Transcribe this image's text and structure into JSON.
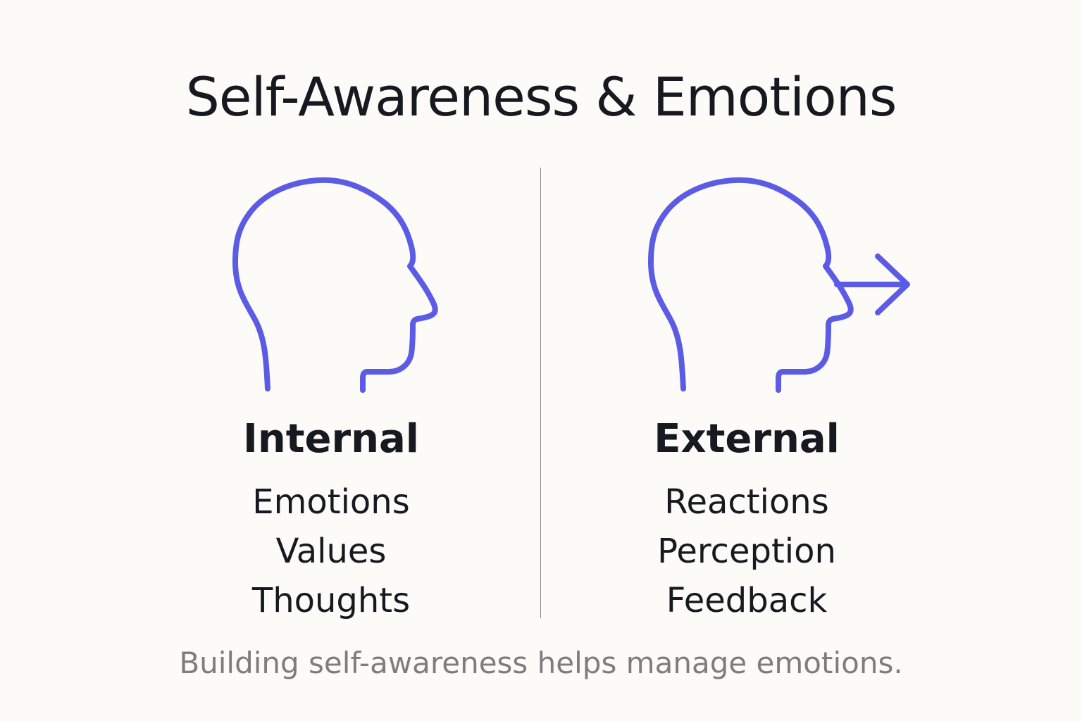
{
  "title": "Self-Awareness & Emotions",
  "caption": "Building self-awareness helps manage emotions.",
  "colors": {
    "accent": "#5b5be6",
    "text": "#16191f",
    "caption": "#7d7d7d",
    "divider": "#8a8a8a",
    "background": "#fcfbf8"
  },
  "panels": {
    "internal": {
      "icon": "head-profile-icon",
      "heading": "Internal",
      "items": [
        "Emotions",
        "Values",
        "Thoughts"
      ]
    },
    "external": {
      "icon": "head-profile-with-arrow-icon",
      "heading": "External",
      "items": [
        "Reactions",
        "Perception",
        "Feedback"
      ]
    }
  }
}
